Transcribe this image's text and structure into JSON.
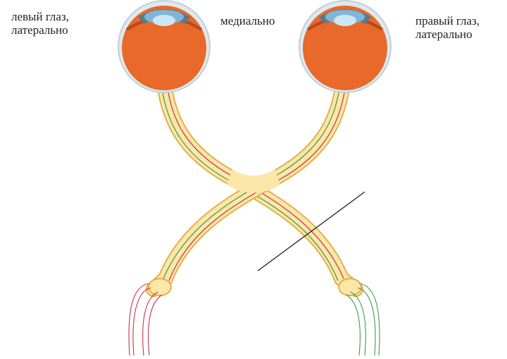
{
  "labels": {
    "left_eye": [
      "левый глаз,",
      "латерально"
    ],
    "medial": "медиально",
    "right_eye": [
      "правый глаз,",
      "латерально"
    ]
  },
  "colors": {
    "background": "#ffffff",
    "eyeball": "#e8692a",
    "sclera_outline": "#c0cfd8",
    "cornea": "#7fb6d8",
    "lens": "#cde6f3",
    "nerve_fill": "#fbe7a8",
    "nerve_edge": "#e3b04d",
    "fiber_red": "#c8324a",
    "fiber_green": "#3b9a4e",
    "cut_line": "#222222"
  },
  "icons": [
    "left-eyeball-icon",
    "right-eyeball-icon",
    "optic-chiasm-icon",
    "lesion-cut-line"
  ]
}
